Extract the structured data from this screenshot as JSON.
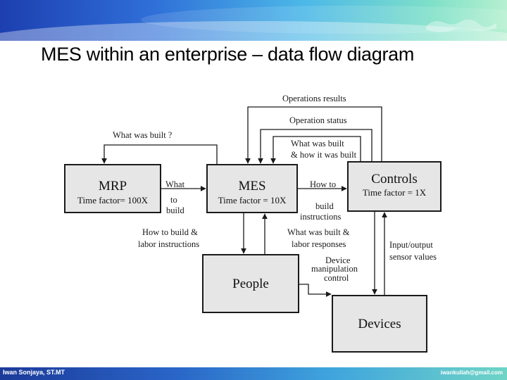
{
  "slide": {
    "title": "MES within an enterprise – data flow diagram"
  },
  "footer": {
    "author": "Iwan Sonjaya, ST.MT",
    "email": "iwankuliah@gmail.com"
  },
  "colors": {
    "header_start": "#1d3fb0",
    "header_end": "#b6f0d0",
    "node_fill": "#e6e6e6",
    "node_stroke": "#1a1a1a"
  },
  "diagram": {
    "nodes": {
      "mrp": {
        "title": "MRP",
        "sub": "Time factor= 100X"
      },
      "mes": {
        "title": "MES",
        "sub": "Time factor = 10X"
      },
      "controls": {
        "title": "Controls",
        "sub": "Time factor = 1X"
      },
      "people": {
        "title": "People"
      },
      "devices": {
        "title": "Devices"
      }
    },
    "labels": {
      "operations_results": "Operations results",
      "operation_status": "Operation status",
      "what_was_built_q": "What was built ?",
      "what_was_built_how_1": "What was built",
      "what_was_built_how_2": "& how it was built",
      "what_to_build_1": "What",
      "what_to_build_2": "to",
      "what_to_build_3": "build",
      "how_to_build_1": "How to",
      "how_to_build_2": "build",
      "how_to_build_3": "instructions",
      "how_to_build_labor_1": "How to build &",
      "how_to_build_labor_2": "labor instructions",
      "built_labor_responses_1": "What was built &",
      "built_labor_responses_2": "labor responses",
      "device_manipulation_1": "Device",
      "device_manipulation_2": "manipulation",
      "device_manipulation_3": "control",
      "io_sensor_1": "Input/output",
      "io_sensor_2": "sensor values"
    }
  }
}
